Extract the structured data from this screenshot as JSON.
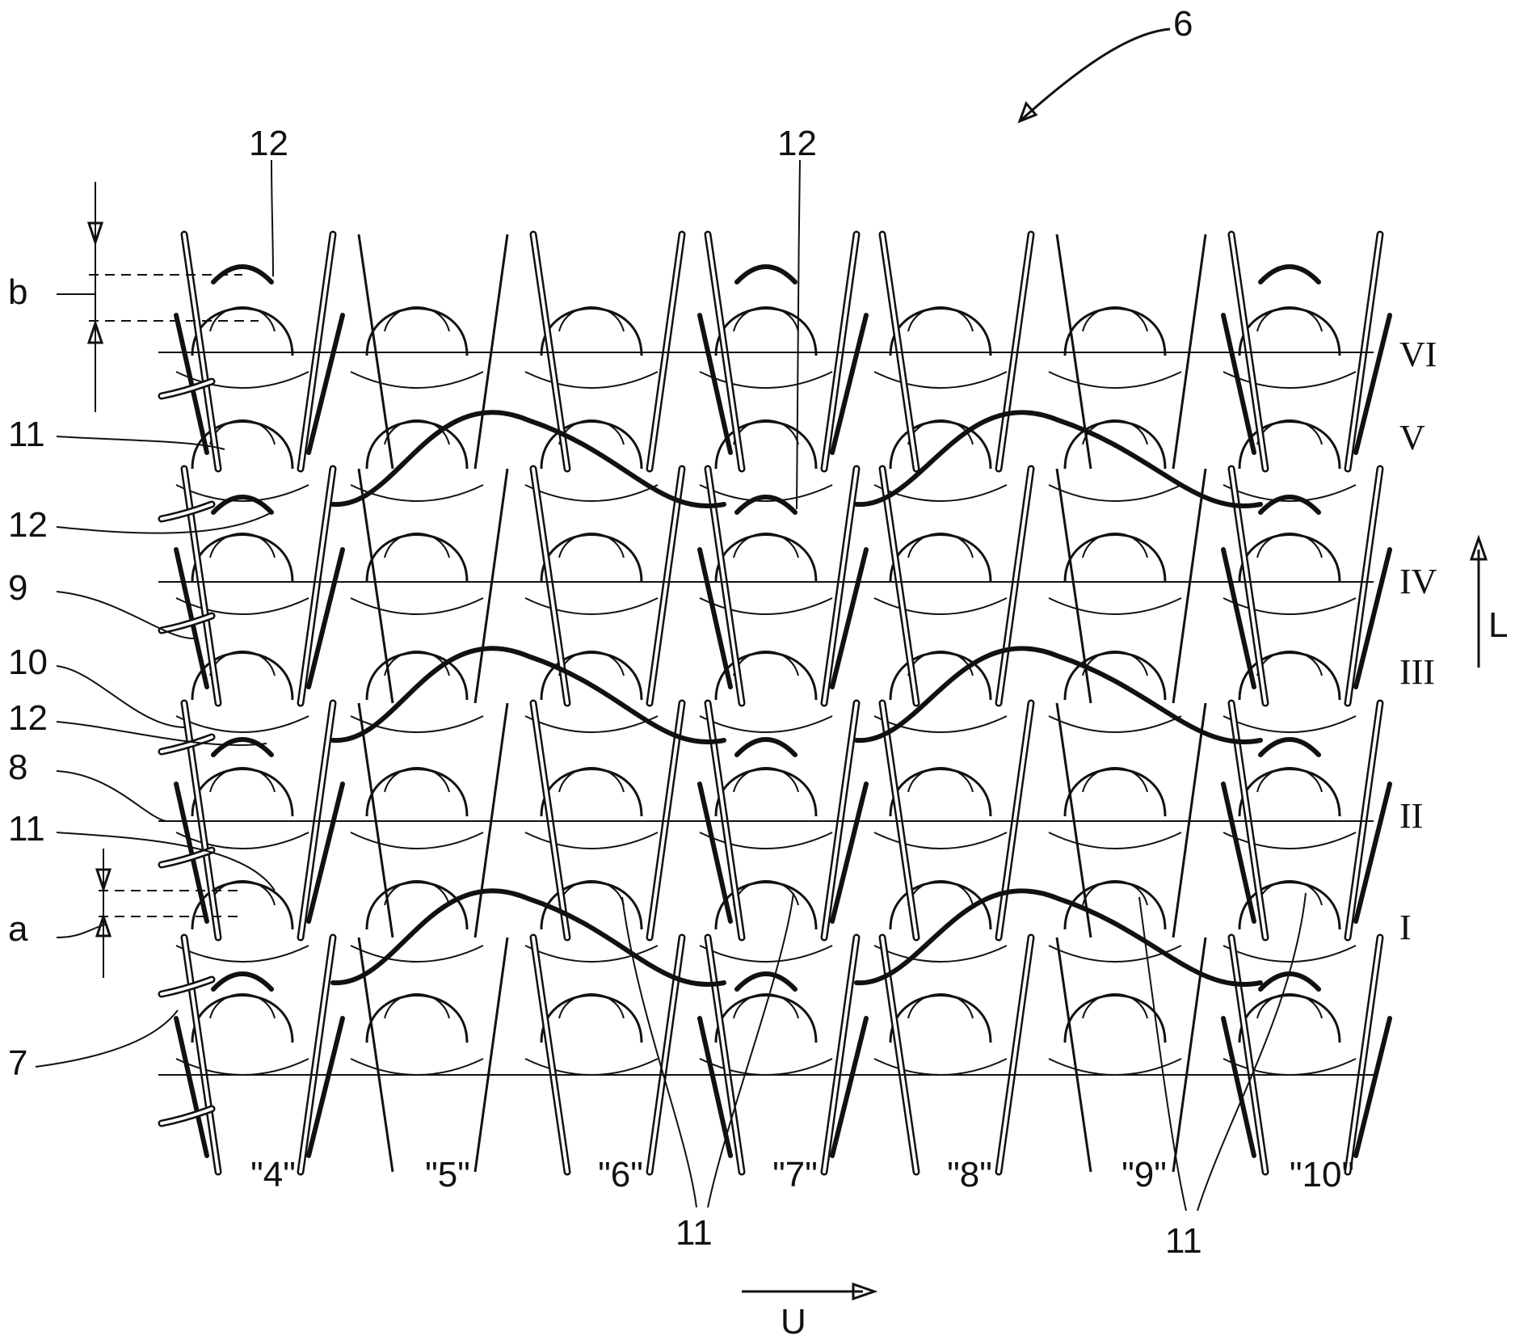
{
  "figure_ref": "6",
  "wale_labels": [
    "\"4\"",
    "\"5\"",
    "\"6\"",
    "\"7\"",
    "\"8\"",
    "\"9\"",
    "\"10\""
  ],
  "course_labels": [
    "VI",
    "V",
    "IV",
    "III",
    "II",
    "I"
  ],
  "left_refs": [
    "b",
    "11",
    "12",
    "9",
    "10",
    "12",
    "8",
    "11",
    "a",
    "7"
  ],
  "top_refs": [
    "12",
    "12"
  ],
  "bottom_refs": [
    "11",
    "11"
  ],
  "direction_u": "U",
  "direction_l": "L"
}
